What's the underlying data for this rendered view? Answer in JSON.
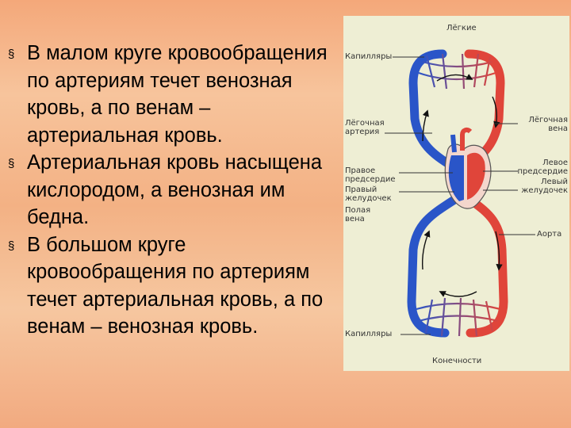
{
  "bullets": [
    "В малом круге кровообращения по артериям течет венозная кровь, а по венам – артериальная кровь.",
    "Артериальная кровь насыщена кислородом, а венозная им бедна.",
    "В большом круге кровообращения по артериям течет артериальная кровь, а по венам – венозная кровь."
  ],
  "bullet_marker": "§",
  "diagram": {
    "labels": {
      "lungs": "Лёгкие",
      "capillaries_top": "Капилляры",
      "pulmonary_artery": "Лёгочная\nартерия",
      "pulmonary_vein": "Лёгочная\nвена",
      "right_atrium": "Правое\nпредсердие",
      "right_ventricle": "Правый\nжелудочек",
      "vena_cava": "Полая\nвена",
      "left_atrium": "Левое\nпредсердие",
      "left_ventricle": "Левый\nжелудочек",
      "aorta": "Аорта",
      "capillaries_bottom": "Капилляры",
      "extremities": "Конечности"
    },
    "colors": {
      "arterial": "#e0453a",
      "venous": "#2a55c8",
      "panel_bg": "#eeeed4"
    }
  }
}
